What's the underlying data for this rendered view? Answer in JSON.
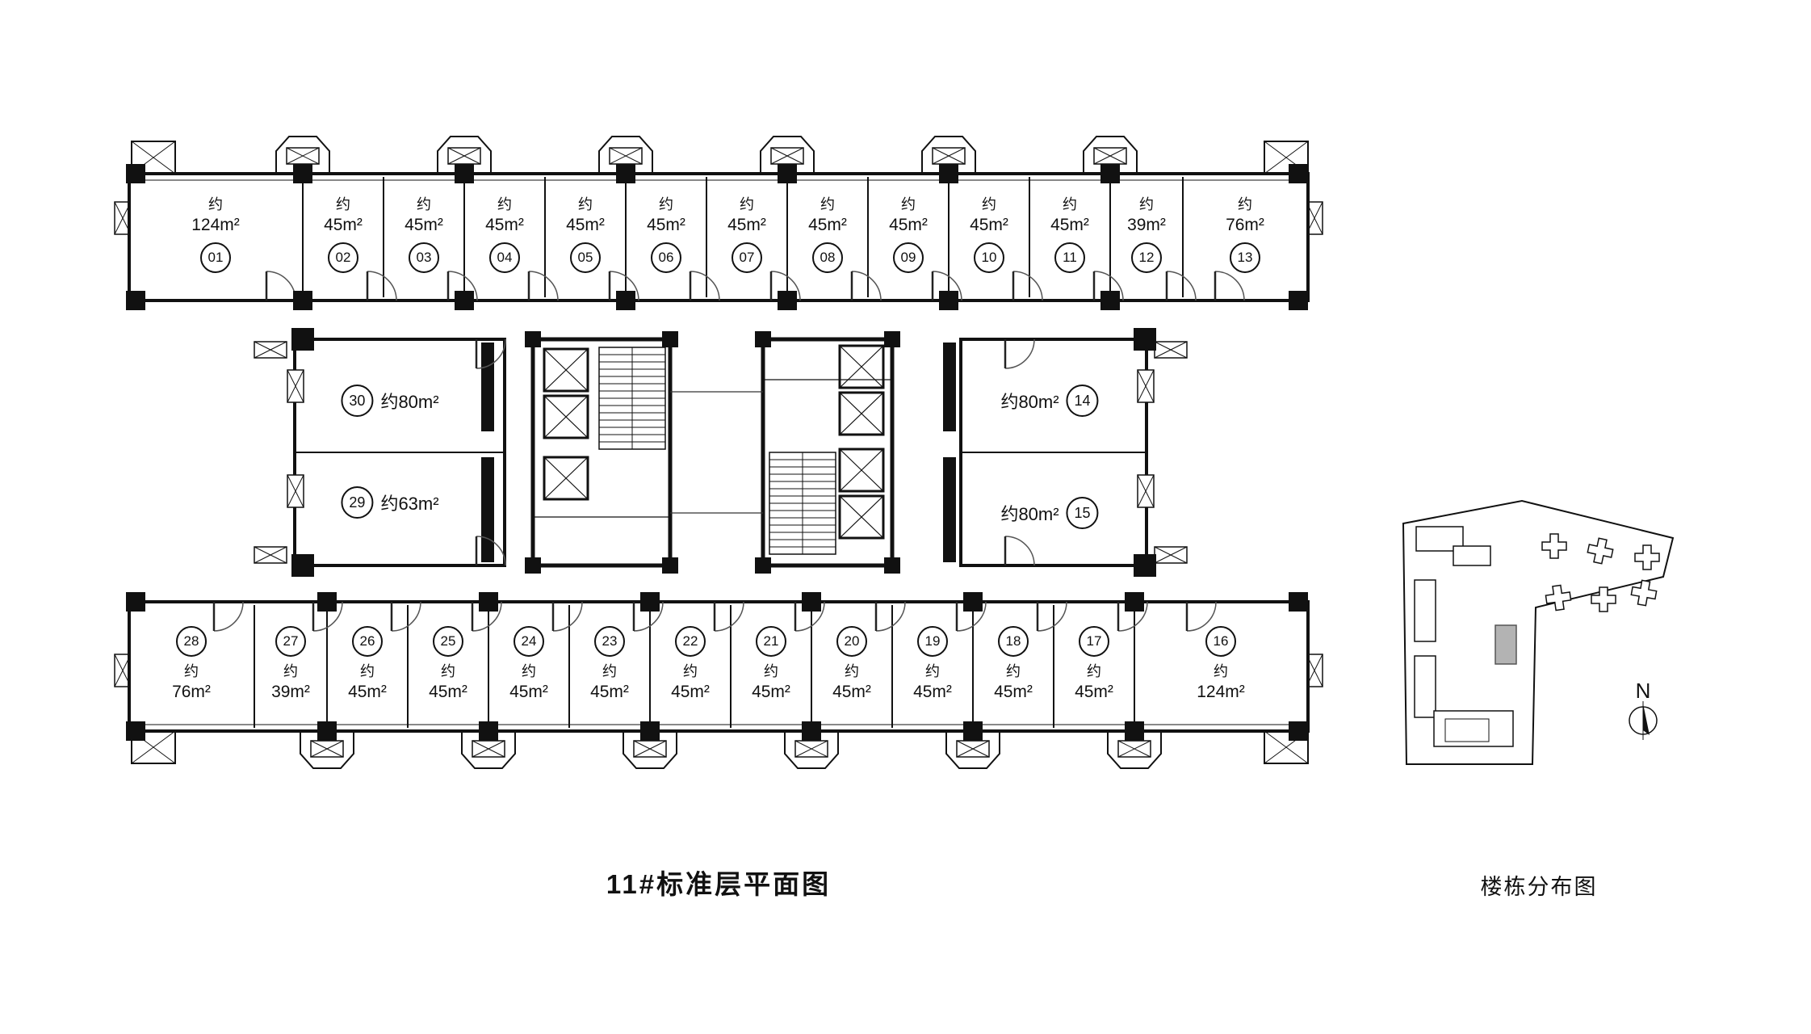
{
  "page": {
    "main_title": "11#标准层平面图",
    "site_title": "楼栋分布图",
    "north_label": "N"
  },
  "colors": {
    "wall": "#111111",
    "highlighted_building": "#b3b3b3"
  },
  "top_units": [
    {
      "num": "01",
      "prefix": "约",
      "area": "124m²"
    },
    {
      "num": "02",
      "prefix": "约",
      "area": "45m²"
    },
    {
      "num": "03",
      "prefix": "约",
      "area": "45m²"
    },
    {
      "num": "04",
      "prefix": "约",
      "area": "45m²"
    },
    {
      "num": "05",
      "prefix": "约",
      "area": "45m²"
    },
    {
      "num": "06",
      "prefix": "约",
      "area": "45m²"
    },
    {
      "num": "07",
      "prefix": "约",
      "area": "45m²"
    },
    {
      "num": "08",
      "prefix": "约",
      "area": "45m²"
    },
    {
      "num": "09",
      "prefix": "约",
      "area": "45m²"
    },
    {
      "num": "10",
      "prefix": "约",
      "area": "45m²"
    },
    {
      "num": "11",
      "prefix": "约",
      "area": "45m²"
    },
    {
      "num": "12",
      "prefix": "约",
      "area": "39m²"
    },
    {
      "num": "13",
      "prefix": "约",
      "area": "76m²"
    }
  ],
  "mid_left_units": [
    {
      "num": "30",
      "area": "约80m²"
    },
    {
      "num": "29",
      "area": "约63m²"
    }
  ],
  "mid_right_units": [
    {
      "num": "14",
      "area": "约80m²"
    },
    {
      "num": "15",
      "area": "约80m²"
    }
  ],
  "bottom_units": [
    {
      "num": "28",
      "prefix": "约",
      "area": "76m²"
    },
    {
      "num": "27",
      "prefix": "约",
      "area": "39m²"
    },
    {
      "num": "26",
      "prefix": "约",
      "area": "45m²"
    },
    {
      "num": "25",
      "prefix": "约",
      "area": "45m²"
    },
    {
      "num": "24",
      "prefix": "约",
      "area": "45m²"
    },
    {
      "num": "23",
      "prefix": "约",
      "area": "45m²"
    },
    {
      "num": "22",
      "prefix": "约",
      "area": "45m²"
    },
    {
      "num": "21",
      "prefix": "约",
      "area": "45m²"
    },
    {
      "num": "20",
      "prefix": "约",
      "area": "45m²"
    },
    {
      "num": "19",
      "prefix": "约",
      "area": "45m²"
    },
    {
      "num": "18",
      "prefix": "约",
      "area": "45m²"
    },
    {
      "num": "17",
      "prefix": "约",
      "area": "45m²"
    },
    {
      "num": "16",
      "prefix": "约",
      "area": "124m²"
    }
  ]
}
